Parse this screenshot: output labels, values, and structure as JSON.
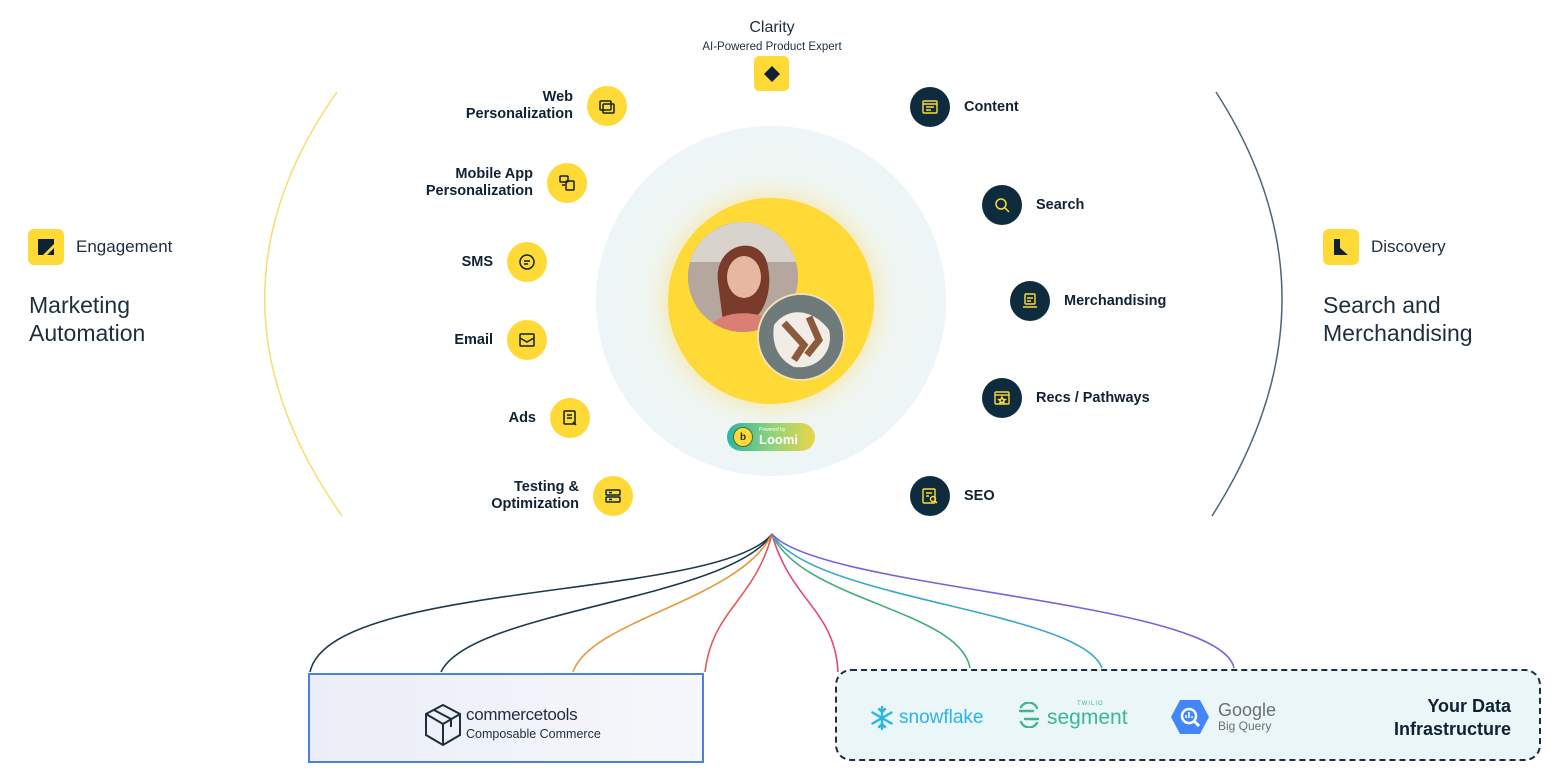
{
  "clarity": {
    "title": "Clarity",
    "subtitle": "AI-Powered Product Expert"
  },
  "engagement": {
    "brand_label": "Engagement",
    "title_line1": "Marketing",
    "title_line2": "Automation",
    "features": [
      {
        "line1": "Web",
        "line2": "Personalization",
        "icon": "web-personalization-icon"
      },
      {
        "line1": "Mobile App",
        "line2": "Personalization",
        "icon": "mobile-app-icon"
      },
      {
        "line1": "SMS",
        "line2": "",
        "icon": "chat-bubble-icon"
      },
      {
        "line1": "Email",
        "line2": "",
        "icon": "email-icon"
      },
      {
        "line1": "Ads",
        "line2": "",
        "icon": "ads-icon"
      },
      {
        "line1": "Testing &",
        "line2": "Optimization",
        "icon": "testing-icon"
      }
    ]
  },
  "discovery": {
    "brand_label": "Discovery",
    "title_line1": "Search and",
    "title_line2": "Merchandising",
    "features": [
      {
        "label": "Content",
        "icon": "content-icon"
      },
      {
        "label": "Search",
        "icon": "search-icon"
      },
      {
        "label": "Merchandising",
        "icon": "merchandising-icon"
      },
      {
        "label": "Recs / Pathways",
        "icon": "recommendations-icon"
      },
      {
        "label": "SEO",
        "icon": "seo-icon"
      }
    ]
  },
  "core": {
    "powered_by": "Powered by",
    "loomi": "Loomi",
    "loomi_badge": "b"
  },
  "commercetools": {
    "name": "commercetools",
    "subtitle": "Composable Commerce"
  },
  "data_infrastructure": {
    "snowflake": "snowflake",
    "segment_small": "TWILIO",
    "segment": "segment",
    "google": "Google",
    "bigquery": "Big Query",
    "label_line1": "Your Data",
    "label_line2": "Infrastructure"
  },
  "colors": {
    "yellow": "#ffd935",
    "navy": "#0f2c3f",
    "lines": [
      "#1d3a4a",
      "#1d3a4a",
      "#e39a3b",
      "#e05b5b",
      "#e0487a",
      "#3fae74",
      "#37a9c7",
      "#7a62d8"
    ]
  }
}
